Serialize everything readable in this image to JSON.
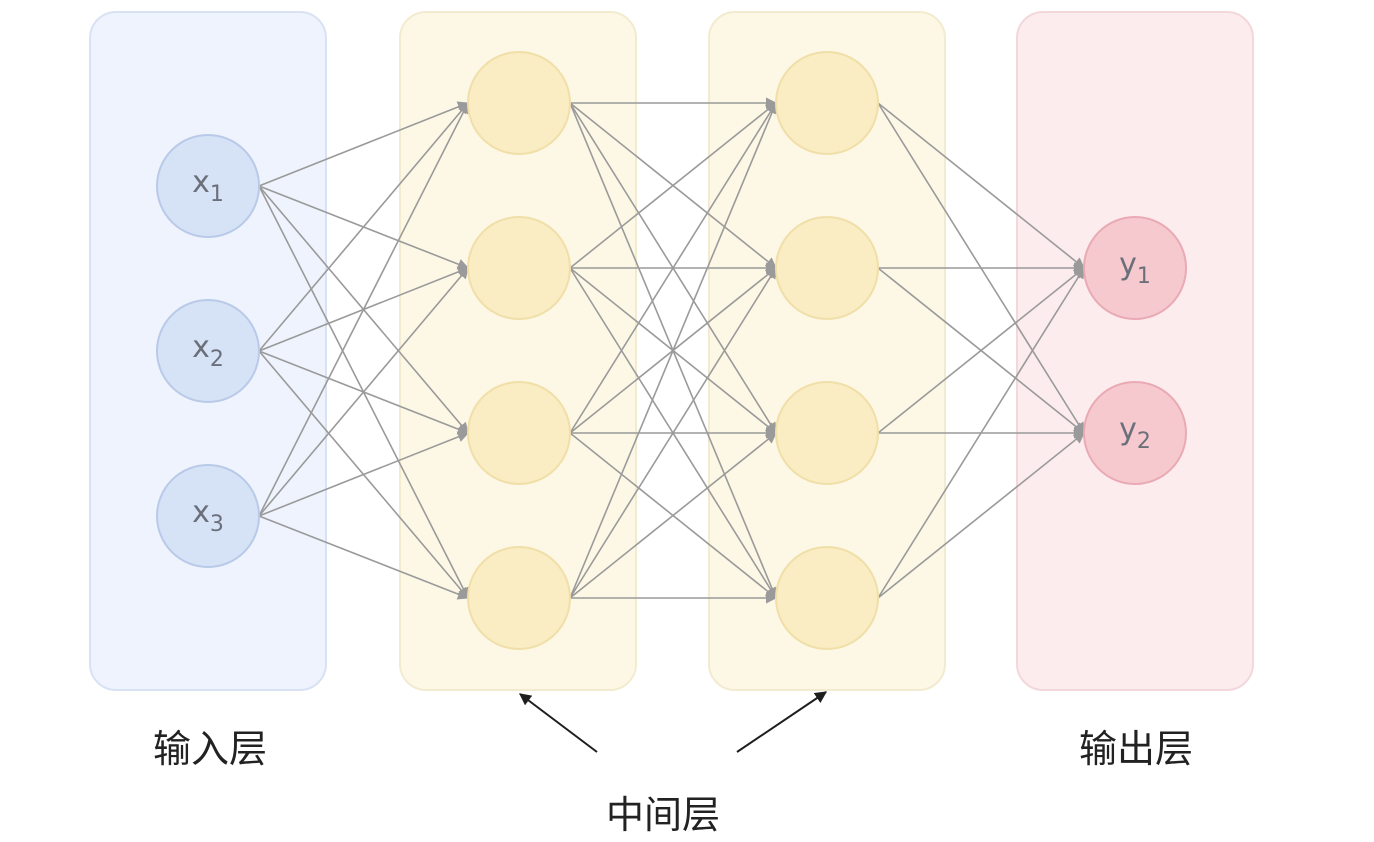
{
  "layers": [
    {
      "id": "input",
      "label": "输入层",
      "nodes": [
        {
          "base": "x",
          "sub": "1"
        },
        {
          "base": "x",
          "sub": "2"
        },
        {
          "base": "x",
          "sub": "3"
        }
      ]
    },
    {
      "id": "hidden-1",
      "label": "",
      "nodes": [
        {
          "base": "",
          "sub": ""
        },
        {
          "base": "",
          "sub": ""
        },
        {
          "base": "",
          "sub": ""
        },
        {
          "base": "",
          "sub": ""
        }
      ]
    },
    {
      "id": "hidden-2",
      "label": "",
      "nodes": [
        {
          "base": "",
          "sub": ""
        },
        {
          "base": "",
          "sub": ""
        },
        {
          "base": "",
          "sub": ""
        },
        {
          "base": "",
          "sub": ""
        }
      ]
    },
    {
      "id": "output",
      "label": "输出层",
      "nodes": [
        {
          "base": "y",
          "sub": "1"
        },
        {
          "base": "y",
          "sub": "2"
        }
      ]
    }
  ],
  "hidden_caption": "中间层",
  "colors": {
    "input_panel": "#eef3fd",
    "input_node": "#d6e3f7",
    "hidden_panel": "#fdf8e6",
    "hidden_node": "#faecc3",
    "output_panel": "#fcecee",
    "output_node": "#f6c9cf",
    "edge": "#9a9a9a"
  }
}
